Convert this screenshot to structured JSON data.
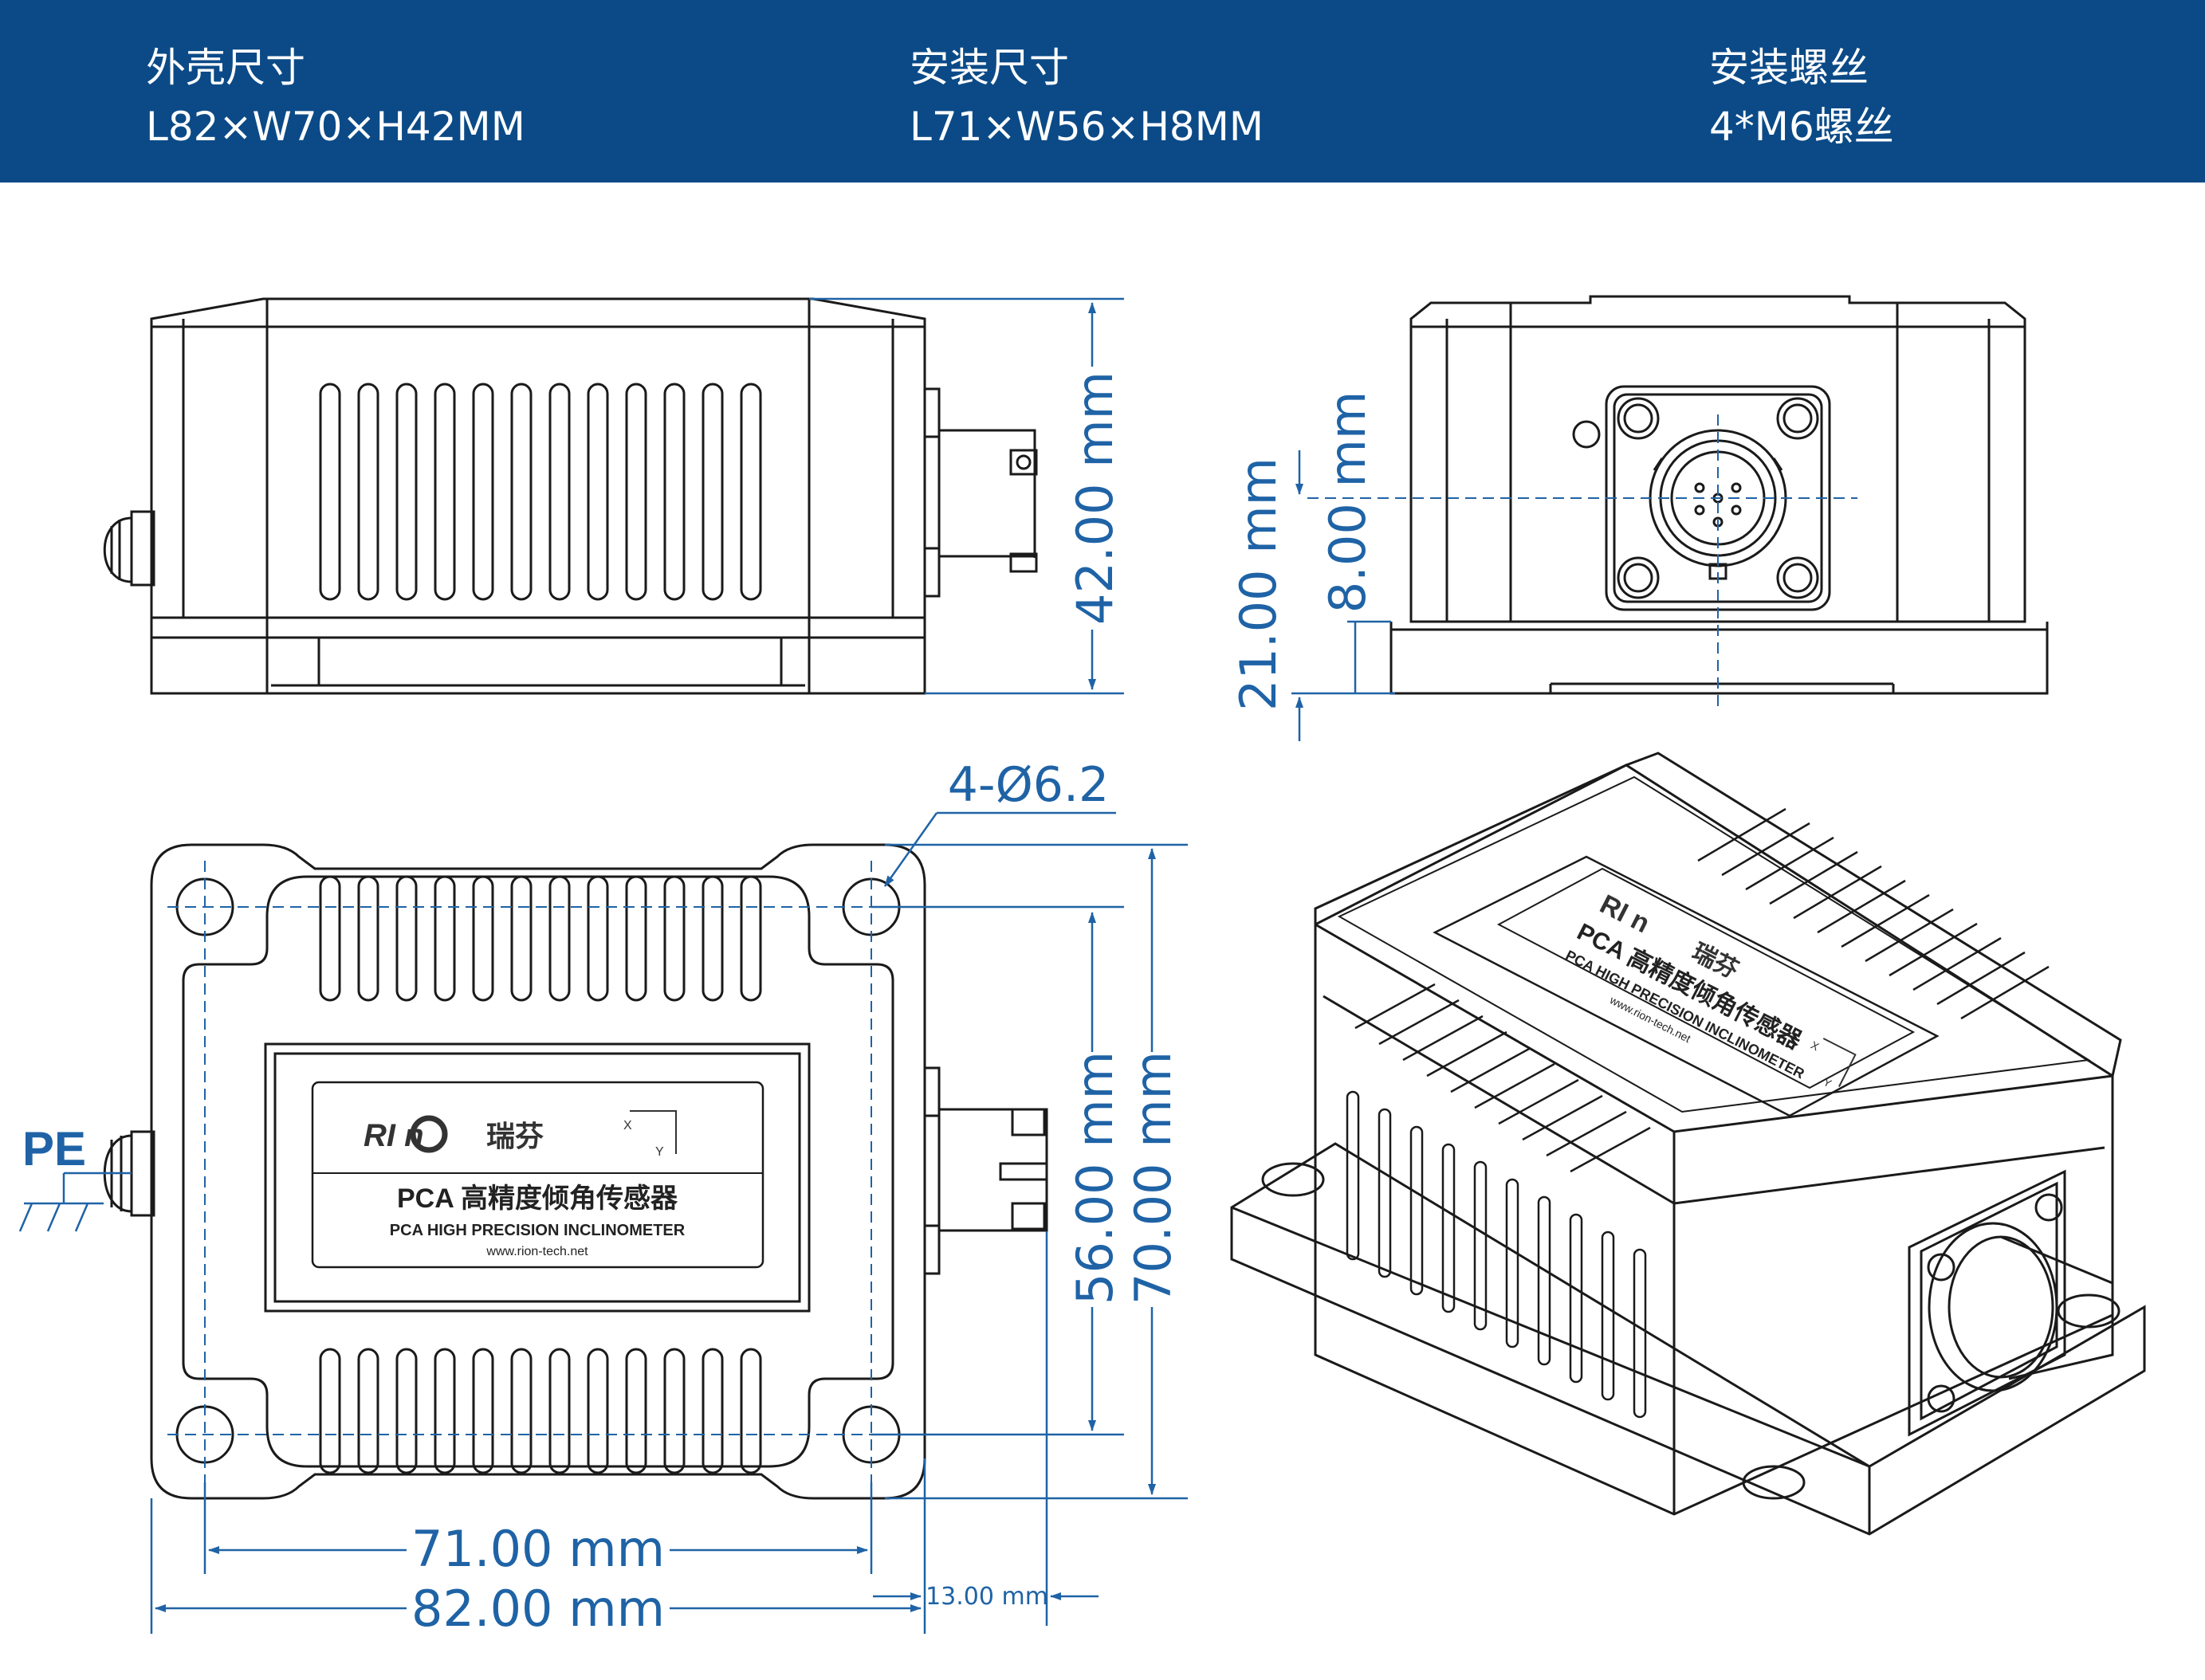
{
  "header": {
    "specs": [
      {
        "label": "外壳尺寸",
        "value": "L82×W70×H42MM"
      },
      {
        "label": "安装尺寸",
        "value": "L71×W56×H8MM"
      },
      {
        "label": "安装螺丝",
        "value": "4*M6螺丝"
      }
    ]
  },
  "dimensions": {
    "height_total": "42.00 mm",
    "connector_height": "21.00 mm",
    "base_height": "8.00 mm",
    "hole_spec": "4-Ø6.2",
    "hole_spacing_w": "56.00 mm",
    "width_total": "70.00 mm",
    "hole_spacing_l": "71.00 mm",
    "length_total": "82.00 mm",
    "connector_offset": "13.00 mm"
  },
  "ground_label": "PE",
  "product_label": {
    "brand": "RI  n",
    "brand_cn": "瑞芬",
    "title_cn": "PCA 高精度倾角传感器",
    "title_en": "PCA HIGH PRECISION  INCLINOMETER",
    "url": "www.rion-tech.net",
    "axis_x": "X",
    "axis_y": "Y"
  },
  "colors": {
    "header_bg": "#0b4a87",
    "dimension": "#1f63a6",
    "outline": "#1a1a1a"
  }
}
